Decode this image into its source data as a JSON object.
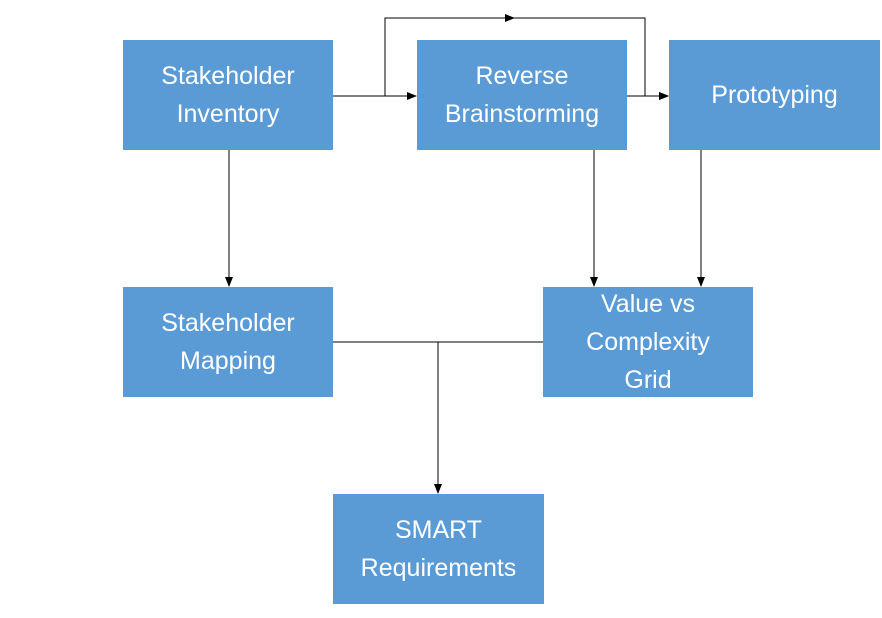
{
  "nodes": {
    "stakeholder_inventory": "Stakeholder\nInventory",
    "reverse_brainstorming": "Reverse\nBrainstorming",
    "prototyping": "Prototyping",
    "stakeholder_mapping": "Stakeholder\nMapping",
    "value_complexity_grid": "Value vs\nComplexity\nGrid",
    "smart_requirements": "SMART\nRequirements"
  },
  "colors": {
    "node_fill": "#5b9bd5",
    "node_text": "#ffffff",
    "connector": "#000000",
    "background": "#ffffff"
  }
}
